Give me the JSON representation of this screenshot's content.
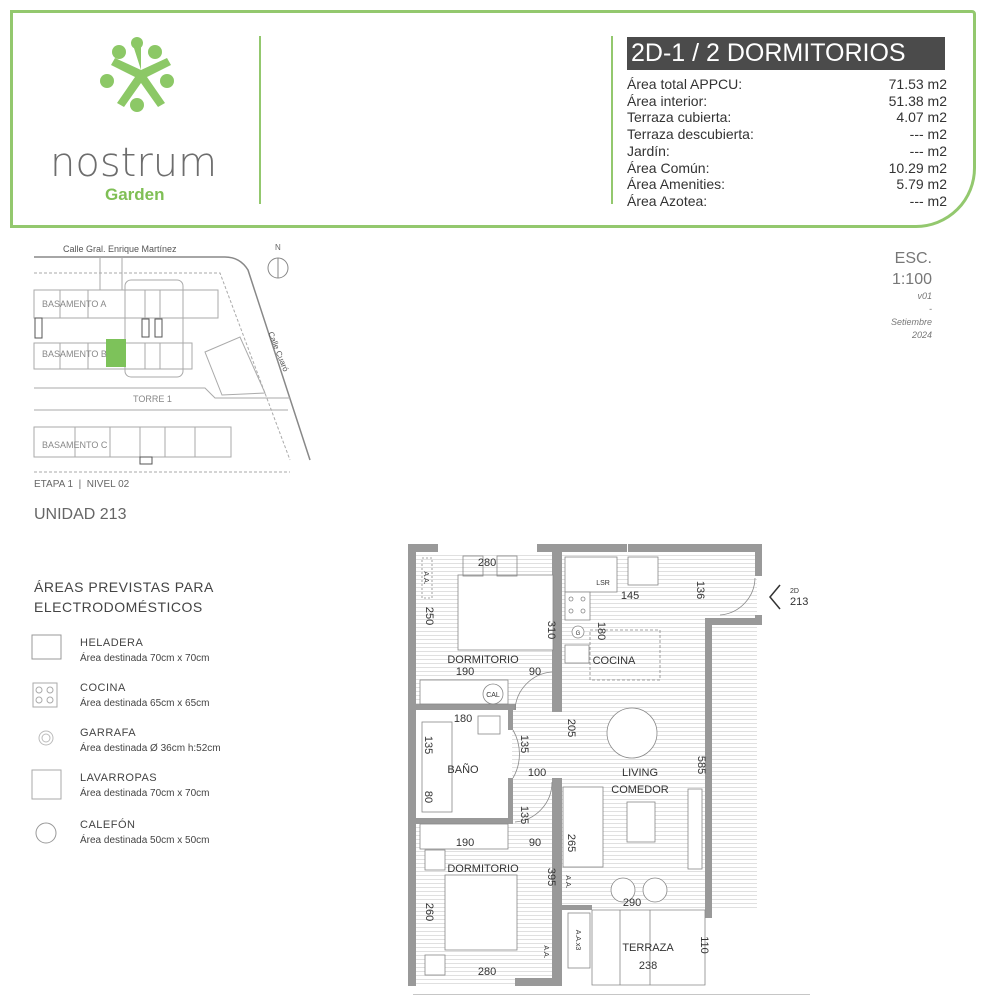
{
  "brand": {
    "name": "nostrum",
    "sub": "Garden",
    "color": "#93c86e"
  },
  "unit": {
    "title": "2D-1 / 2 DORMITORIOS",
    "areas": [
      {
        "label": "Área total APPCU:",
        "value": "71.53 m2"
      },
      {
        "label": "Área interior:",
        "value": "51.38 m2"
      },
      {
        "label": "Terraza cubierta:",
        "value": "4.07 m2"
      },
      {
        "label": "Terraza descubierta:",
        "value": "--- m2"
      },
      {
        "label": "Jardín:",
        "value": "--- m2"
      },
      {
        "label": "Área Común:",
        "value": "10.29 m2"
      },
      {
        "label": "Área Amenities:",
        "value": "5.79 m2"
      },
      {
        "label": "Área Azotea:",
        "value": "--- m2"
      }
    ]
  },
  "scale": {
    "label": "ESC.",
    "value": "1:100",
    "version": "v01",
    "sep": "-",
    "month": "Setiembre",
    "year": "2024"
  },
  "site": {
    "street_top": "Calle Gral. Enrique Martínez",
    "street_right": "Calle Cuaró",
    "north": "N",
    "blocks": [
      "BASAMENTO A",
      "BASAMENTO B",
      "TORRE 1",
      "BASAMENTO C"
    ]
  },
  "level": "ETAPA 1  |  NIVEL 02",
  "unit_number": "UNIDAD 213",
  "legend": {
    "title_line1": "ÁREAS PREVISTAS PARA",
    "title_line2": "ELECTRODOMÉSTICOS",
    "items": [
      {
        "name": "HELADERA",
        "desc": "Área destinada 70cm x 70cm"
      },
      {
        "name": "COCINA",
        "desc": "Área destinada 65cm x 65cm"
      },
      {
        "name": "GARRAFA",
        "desc": "Área destinada Ø 36cm h:52cm"
      },
      {
        "name": "LAVARROPAS",
        "desc": "Área destinada 70cm x 70cm"
      },
      {
        "name": "CALEFÓN",
        "desc": "Área destinada 50cm x 50cm"
      }
    ]
  },
  "plan": {
    "rooms": {
      "dorm1": "DORMITORIO",
      "dorm2": "DORMITORIO",
      "cocina": "COCINA",
      "bano": "BAÑO",
      "living1": "LIVING",
      "living2": "COMEDOR",
      "terraza": "TERRAZA"
    },
    "dims": {
      "d280a": "280",
      "d250": "250",
      "d310": "310",
      "d190a": "190",
      "d90a": "90",
      "d145": "145",
      "d136": "136",
      "d180a": "180",
      "d180b": "180",
      "d205": "205",
      "d135a": "135",
      "d135b": "135",
      "d135c": "135",
      "d100": "100",
      "d80": "80",
      "d585": "585",
      "d190b": "190",
      "d90b": "90",
      "d265": "265",
      "d395": "395",
      "d260": "260",
      "d290": "290",
      "d280b": "280",
      "d238": "238",
      "d110": "110"
    },
    "tags": {
      "lsr": "LSR",
      "cal": "CAL",
      "aa": "A.A.",
      "aax3": "A.A.x3",
      "g": "G"
    },
    "entry": {
      "type": "2D",
      "number": "213"
    }
  }
}
